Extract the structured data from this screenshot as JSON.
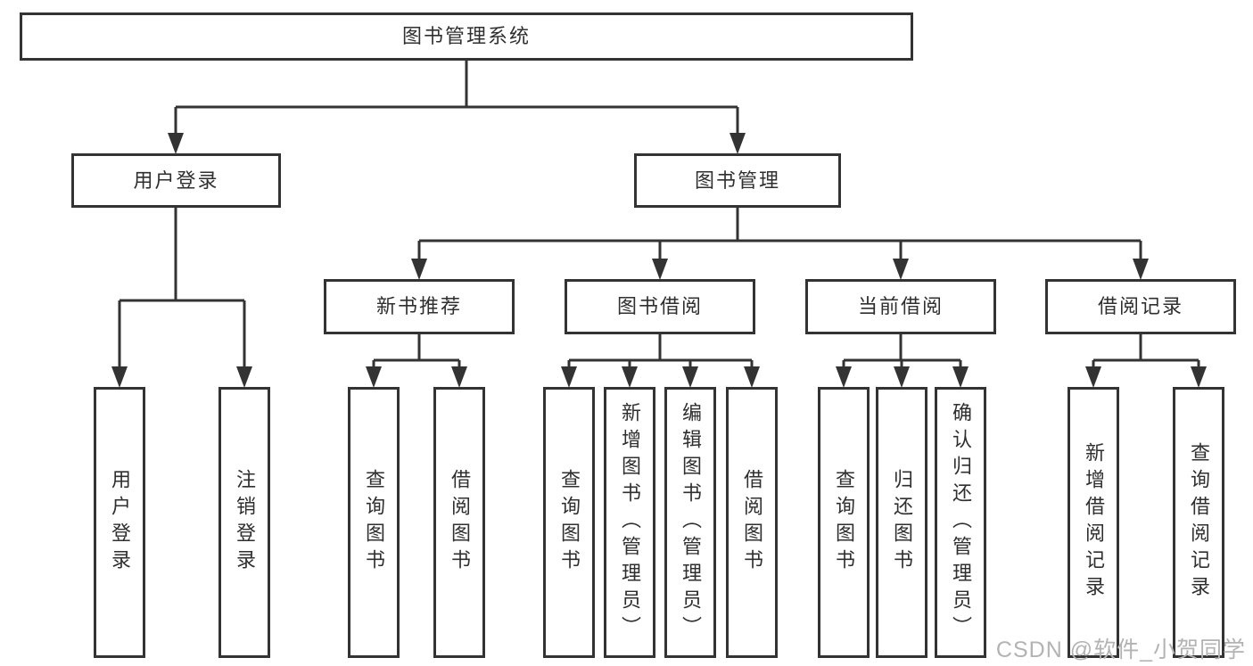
{
  "tree": {
    "root": "图书管理系统",
    "user_login": {
      "label": "用户登录",
      "children": [
        "用户登录",
        "注销登录"
      ]
    },
    "book_mgmt": {
      "label": "图书管理",
      "sections": [
        {
          "label": "新书推荐",
          "children": [
            "查询图书",
            "借阅图书"
          ]
        },
        {
          "label": "图书借阅",
          "children": [
            "查询图书",
            "新增图书（管理员）",
            "编辑图书（管理员）",
            "借阅图书"
          ]
        },
        {
          "label": "当前借阅",
          "children": [
            "查询图书",
            "归还图书",
            "确认归还（管理员）"
          ]
        },
        {
          "label": "借阅记录",
          "children": [
            "新增借阅记录",
            "查询借阅记录"
          ]
        }
      ]
    }
  },
  "watermark": {
    "text": "CSDN @软件_小贺同学"
  },
  "colors": {
    "line": "#333333",
    "text": "#2f2f2f",
    "watermark": "#b3b3b3",
    "background": "#ffffff"
  }
}
